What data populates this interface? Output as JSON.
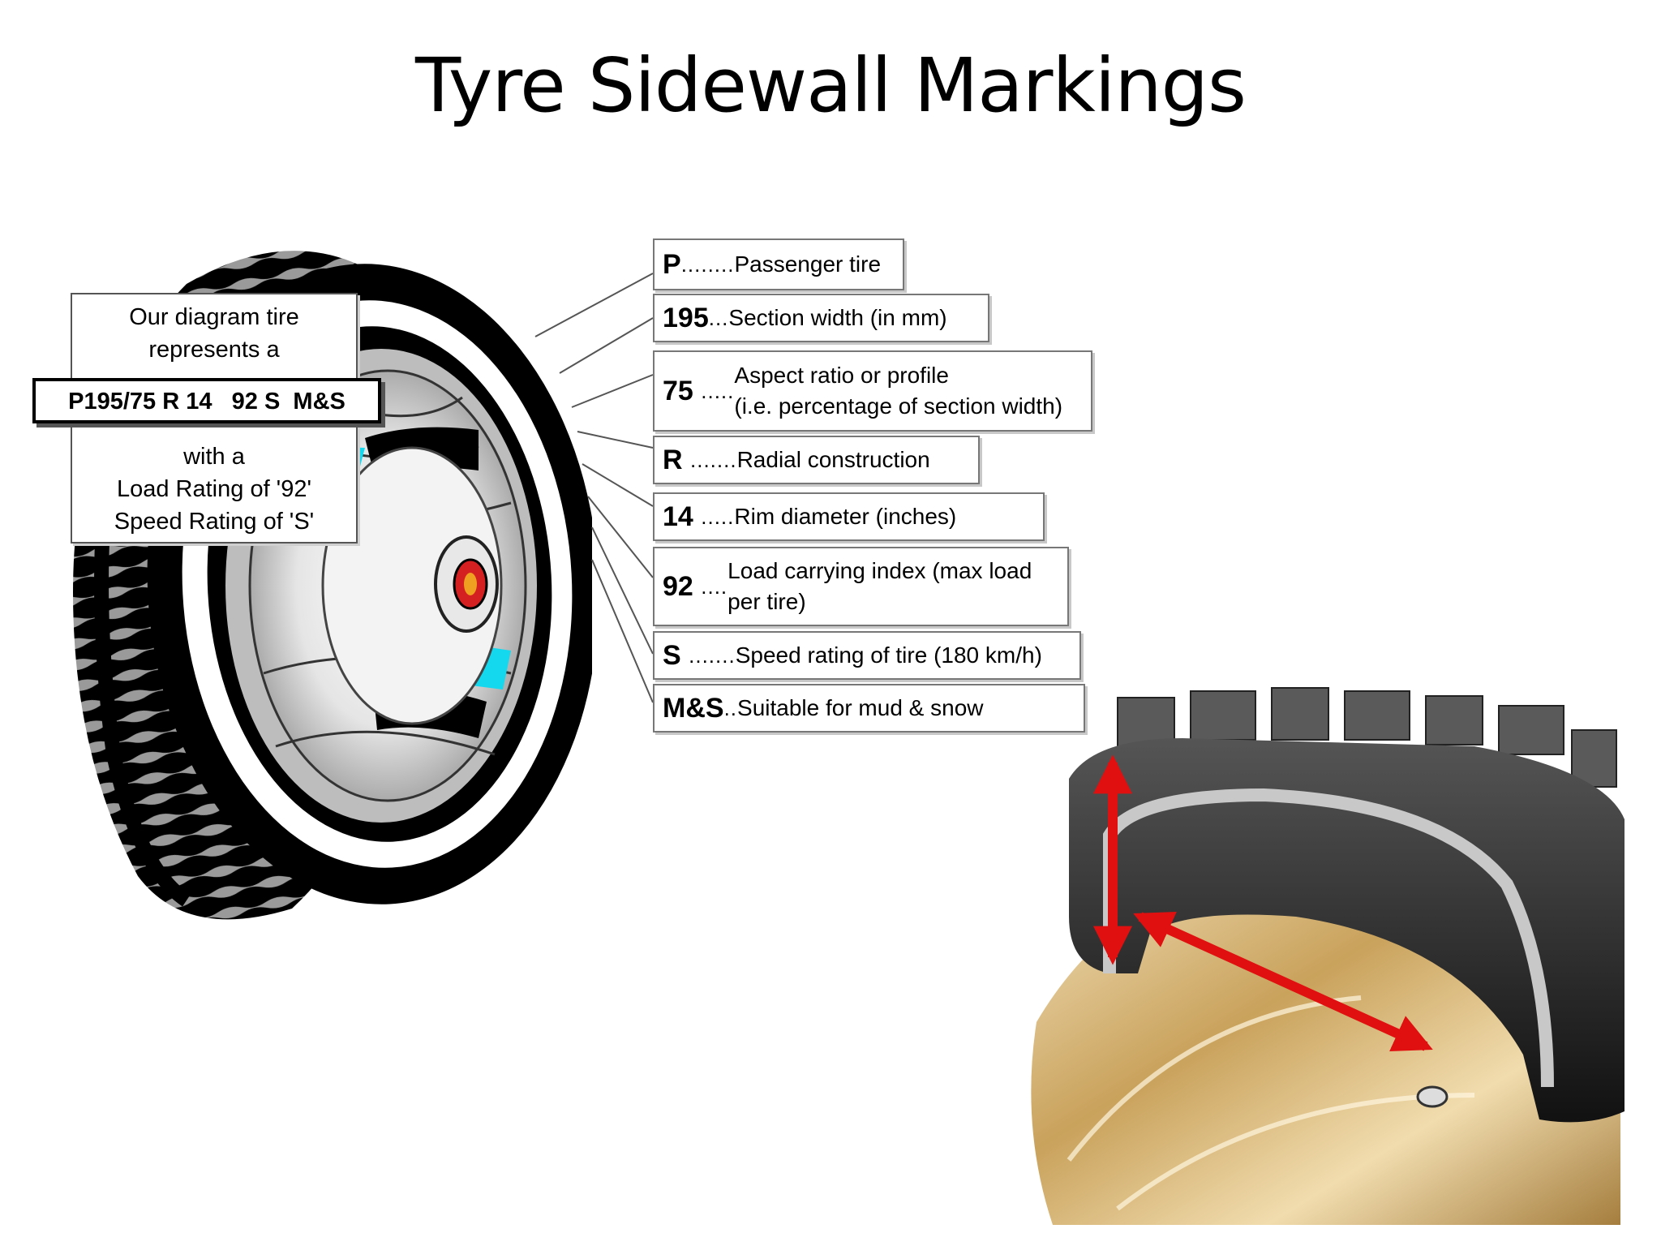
{
  "title": "Tyre Sidewall Markings",
  "callout": {
    "top_line1": "Our diagram tire",
    "top_line2": "represents a",
    "code": "P195/75 R 14   92 S  M&S",
    "bottom_line1": "with a",
    "bottom_line2": "Load Rating of '92'",
    "bottom_line3": "Speed Rating of 'S'"
  },
  "markings": [
    {
      "code": "P",
      "dots": "........",
      "desc": "Passenger tire"
    },
    {
      "code": "195",
      "dots": "...",
      "desc": "Section width (in mm)"
    },
    {
      "code": "75 ",
      "dots": ".....",
      "desc": "Aspect ratio or profile",
      "desc2": "(i.e. percentage of section width)"
    },
    {
      "code": "R ",
      "dots": ".......",
      "desc": "Radial construction"
    },
    {
      "code": "14 ",
      "dots": ".....",
      "desc": "Rim diameter (inches)"
    },
    {
      "code": "92 ",
      "dots": "....",
      "desc": "Load carrying index (max load",
      "desc2": "per tire)"
    },
    {
      "code": "S ",
      "dots": ".......",
      "desc": "Speed rating of tire (180 km/h)"
    },
    {
      "code": "M&S",
      "dots": "..",
      "desc": "Suitable for mud & snow"
    }
  ],
  "colors": {
    "arrow": "#e01010",
    "accent_cyan": "#14d8ee",
    "hub_red": "#d42020",
    "rim_gold": "#d9b77a",
    "tread": "#000000"
  }
}
